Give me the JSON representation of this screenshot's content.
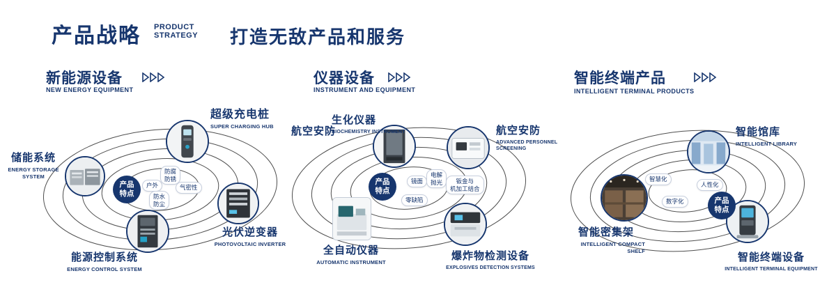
{
  "colors": {
    "accent": "#17366e",
    "orbit": "#2f2f2f"
  },
  "header": {
    "title_zh": "产品战略",
    "title_en": "PRODUCT\nSTRATEGY",
    "subtitle": "打造无敌产品和服务"
  },
  "sections": [
    {
      "title_zh": "新能源设备",
      "title_en": "NEW ENERGY EQUIPMENT",
      "badge": "产品\n特点",
      "features": [
        "户外",
        "防腐\n防锈",
        "气密性",
        "防水\n防尘"
      ],
      "products": [
        {
          "zh": "储能系统",
          "en": "ENERGY STORAGE\nSYSTEM"
        },
        {
          "zh": "超级充电桩",
          "en": "SUPER CHARGING HUB"
        },
        {
          "zh": "光伏逆变器",
          "en": "PHOTOVOLTAIC INVERTER"
        },
        {
          "zh": "能源控制系统",
          "en": "ENERGY CONTROL SYSTEM"
        }
      ]
    },
    {
      "title_zh": "仪器设备",
      "title_en": "INSTRUMENT AND EQUIPMENT",
      "badge": "产品\n特点",
      "extra_label": "航空安防",
      "features": [
        "镜面",
        "电解\n抛光",
        "零缺陷",
        "钣金与\n机加工结合"
      ],
      "products": [
        {
          "zh": "生化仪器",
          "en": "BIOCHEMISTRY INSTRUMENT"
        },
        {
          "zh": "航空安防",
          "en": "ADVANCED PERSONNEL\nSCREENING"
        },
        {
          "zh": "全自动仪器",
          "en": "AUTOMATIC INSTRUMENT"
        },
        {
          "zh": "爆炸物检测设备",
          "en": "EXPLOSIVES DETECTION SYSTEMS"
        }
      ]
    },
    {
      "title_zh": "智能终端产品",
      "title_en": "INTELLIGENT TERMINAL PRODUCTS",
      "badge": "产品\n特点",
      "features": [
        "智慧化",
        "人性化",
        "数字化"
      ],
      "products": [
        {
          "zh": "智能馆库",
          "en": "INTELLIGENT LIBRARY"
        },
        {
          "zh": "智能密集架",
          "en": "INTELLIGENT COMPACT\nSHELF"
        },
        {
          "zh": "智能终端设备",
          "en": "INTELLIGENT TERMINAL EQUIPMENT"
        }
      ]
    }
  ]
}
